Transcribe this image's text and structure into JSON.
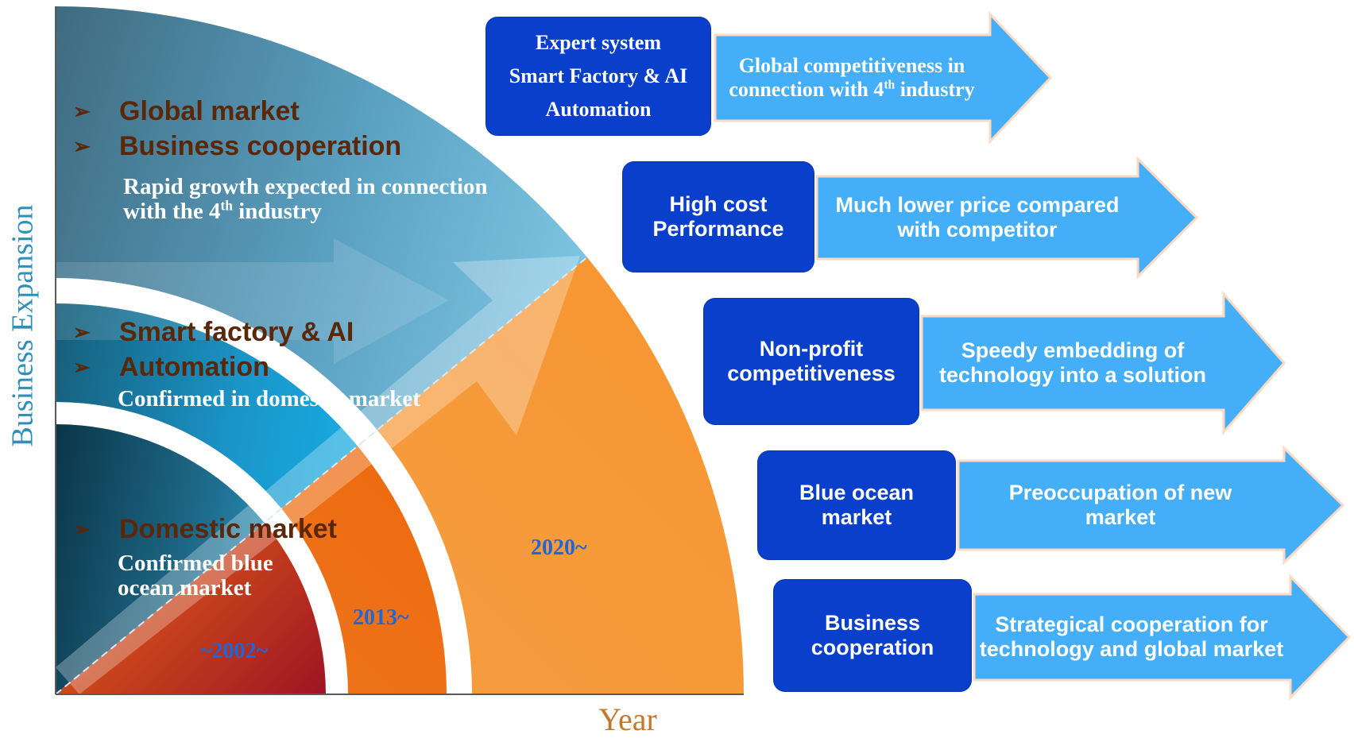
{
  "axes": {
    "y_label": "Business Expansion",
    "x_label": "Year"
  },
  "colors": {
    "outer_band": "#5a9fc0",
    "middle_band": "#1a95c9",
    "inner_band": "#1f6c8c",
    "orange_outer": "#f7972b",
    "orange_middle": "#ee6a0c",
    "orange_inner": "#b31e22",
    "box_fill": "#0a3fcc",
    "arrow_fill": "#44aff8",
    "bullet_text": "#5a2709",
    "year_text": "#1f67d6"
  },
  "stages": [
    {
      "bullet_icon": "right-pointer-arrow",
      "bullets": [
        "Global market",
        "Business cooperation"
      ],
      "note": "Rapid growth expected in connection\nwith the 4",
      "note_sup": "th",
      "note_tail": " industry",
      "year": "2020~"
    },
    {
      "bullet_icon": "right-pointer-arrow",
      "bullets": [
        "Smart factory & AI",
        "Automation"
      ],
      "note": "Confirmed in domestic market",
      "year": "2013~"
    },
    {
      "bullet_icon": "right-pointer-arrow",
      "bullets": [
        "Domestic market"
      ],
      "note": "Confirmed blue\nocean market",
      "year": "~2002~"
    }
  ],
  "strategies": [
    {
      "box": "Expert system\nSmart Factory & AI\nAutomation",
      "arrow": "Global competitiveness in\nconnection with 4",
      "arrow_sup": "th",
      "arrow_tail": " industry"
    },
    {
      "box": "High cost\nPerformance",
      "arrow": "Much lower price  compared\nwith  competitor"
    },
    {
      "box": "Non-profit\ncompetitiveness",
      "arrow": "Speedy embedding of\ntechnology into a solution"
    },
    {
      "box": "Blue ocean\nmarket",
      "arrow": "Preoccupation of new\nmarket"
    },
    {
      "box": "Business\ncooperation",
      "arrow": "Strategical cooperation for\ntechnology and global market"
    }
  ]
}
